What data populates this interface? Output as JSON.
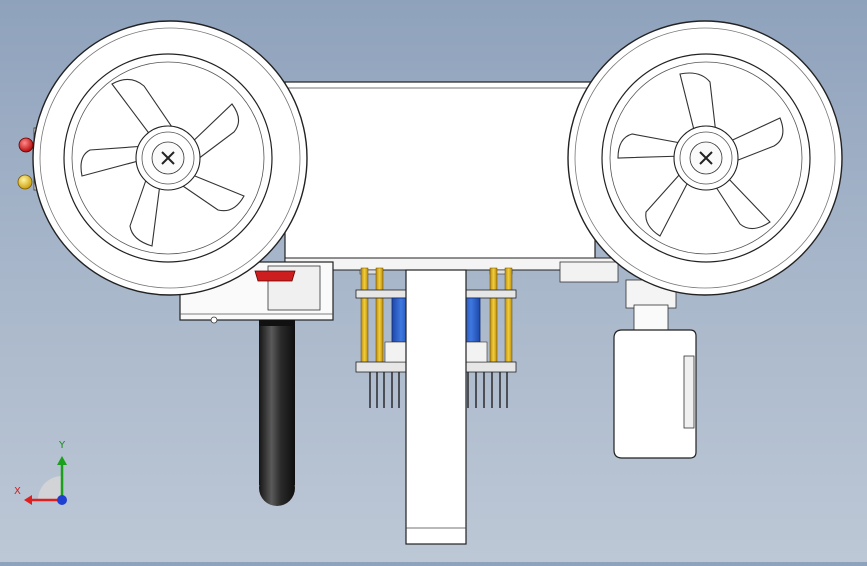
{
  "triad": {
    "x_label": "X",
    "y_label": "Y",
    "x_color": "#dd1f1f",
    "y_color": "#1aa01a",
    "z_color": "#1f3fd0"
  },
  "model": {
    "wheel_count": 2,
    "spoke_count": 5,
    "accent_colors": {
      "brass": "#e6b820",
      "servo": "#2f62c8",
      "led_red": "#d81818",
      "led_yellow": "#ecc81a",
      "switch": "#cc1e1e",
      "handle": "#2a2a2a"
    }
  }
}
